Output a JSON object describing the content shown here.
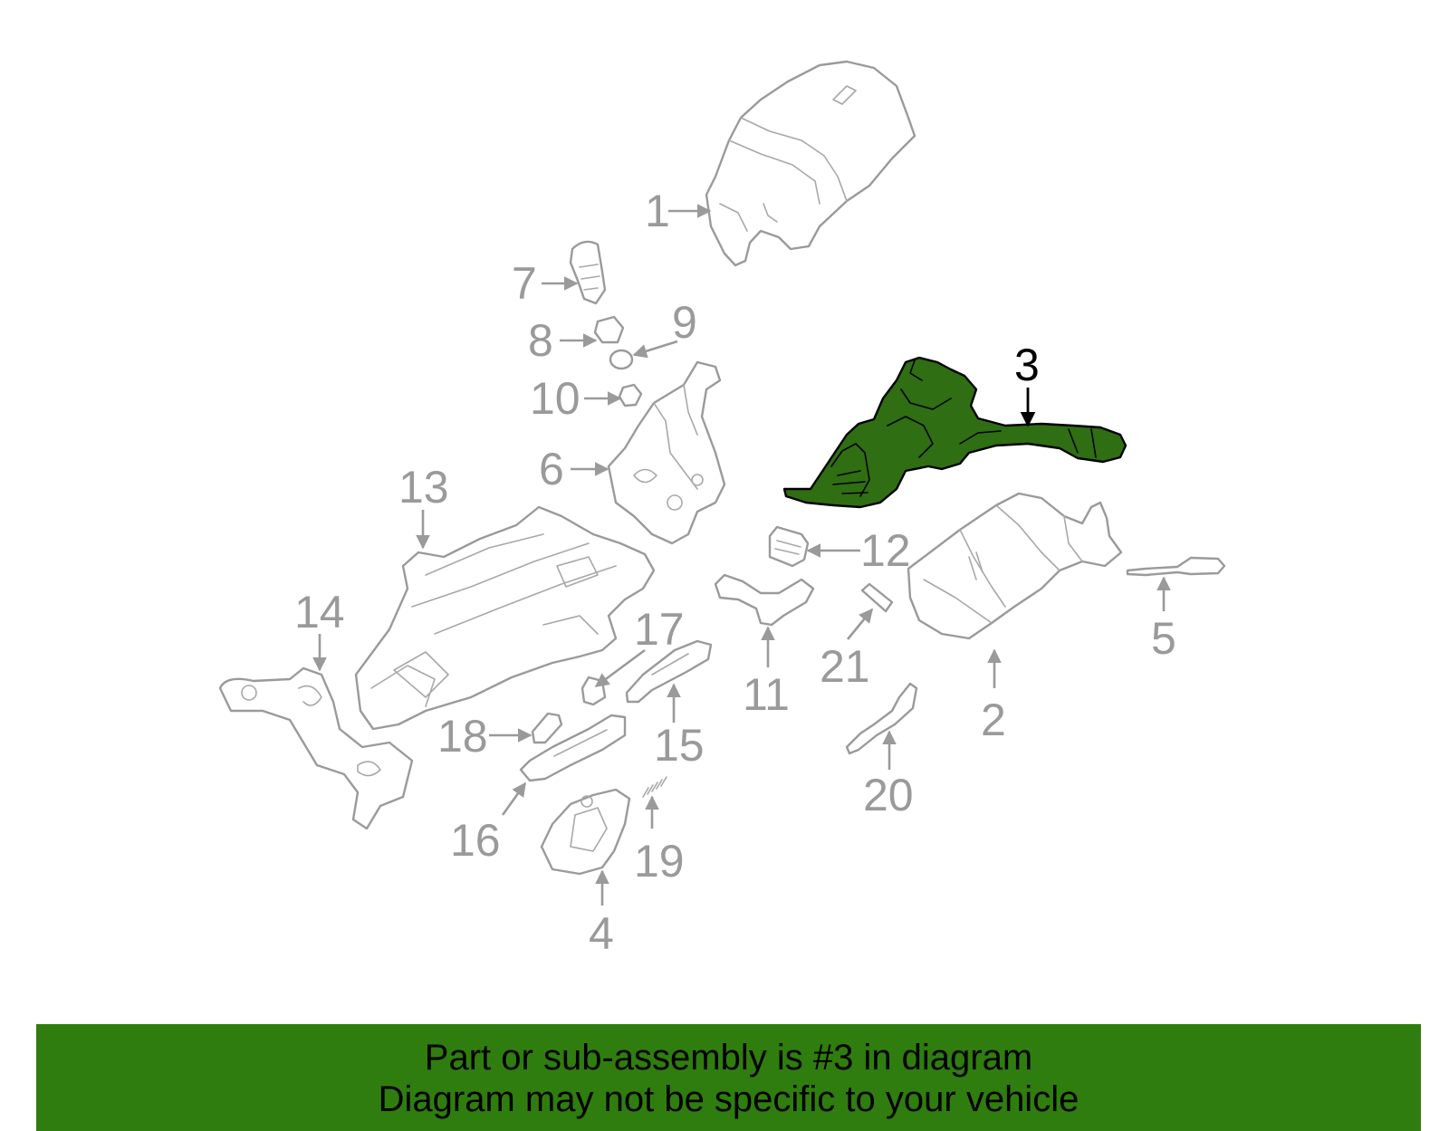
{
  "diagram": {
    "highlight_color": "#2f6e12",
    "part_color": "#9a9a9a",
    "callouts": [
      {
        "id": "1",
        "label": "1"
      },
      {
        "id": "2",
        "label": "2"
      },
      {
        "id": "3",
        "label": "3",
        "highlighted": true
      },
      {
        "id": "4",
        "label": "4"
      },
      {
        "id": "5",
        "label": "5"
      },
      {
        "id": "6",
        "label": "6"
      },
      {
        "id": "7",
        "label": "7"
      },
      {
        "id": "8",
        "label": "8"
      },
      {
        "id": "9",
        "label": "9"
      },
      {
        "id": "10",
        "label": "10"
      },
      {
        "id": "11",
        "label": "11"
      },
      {
        "id": "12",
        "label": "12"
      },
      {
        "id": "13",
        "label": "13"
      },
      {
        "id": "14",
        "label": "14"
      },
      {
        "id": "15",
        "label": "15"
      },
      {
        "id": "16",
        "label": "16"
      },
      {
        "id": "17",
        "label": "17"
      },
      {
        "id": "18",
        "label": "18"
      },
      {
        "id": "19",
        "label": "19"
      },
      {
        "id": "20",
        "label": "20"
      },
      {
        "id": "21",
        "label": "21"
      }
    ]
  },
  "banner": {
    "background": "#2f7d0f",
    "line1": "Part or sub-assembly is #3 in diagram",
    "line2": "Diagram may not be specific to your vehicle"
  }
}
